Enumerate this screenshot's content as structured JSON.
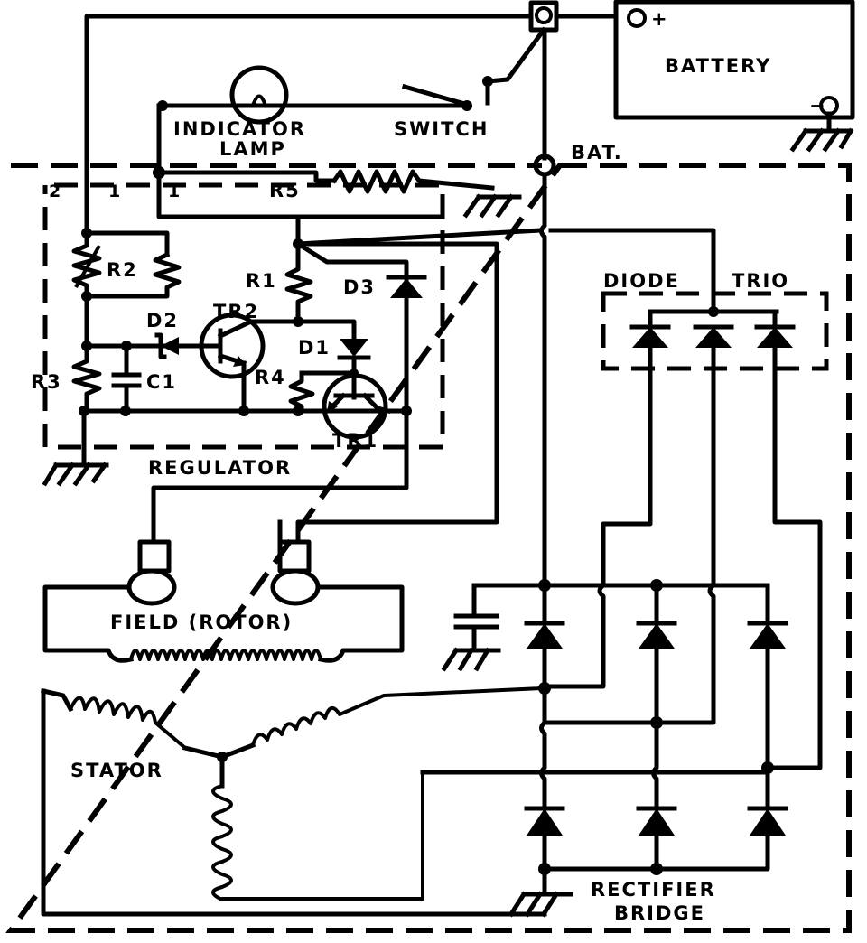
{
  "title": "Alternator charging system schematic",
  "labels": {
    "battery": "BATTERY",
    "battery_pos": "+",
    "battery_neg": "−",
    "indicator_lamp_line1": "INDICATOR",
    "indicator_lamp_line2": "LAMP",
    "switch": "SWITCH",
    "bat_terminal": "BAT.",
    "terminal_2": "2",
    "terminal_1": "1",
    "r5": "R5",
    "r2": "R2",
    "r1": "R1",
    "d3": "D3",
    "d2": "D2",
    "tr2": "TR2",
    "d1": "D1",
    "r3": "R3",
    "c1": "C1",
    "r4": "R4",
    "tr1": "TR1",
    "regulator": "REGULATOR",
    "diode_trio_1": "DIODE",
    "diode_trio_2": "TRIO",
    "field_rotor": "FIELD (ROTOR)",
    "stator": "STATOR",
    "rectifier_line1": "RECTIFIER",
    "rectifier_line2": "BRIDGE"
  },
  "components": {
    "battery": "battery",
    "indicator_lamp": "lamp",
    "ignition_switch": "switch",
    "regulator": [
      "R1",
      "R2",
      "R3",
      "R4",
      "R5",
      "D1",
      "D2",
      "D3",
      "TR1",
      "TR2",
      "C1"
    ],
    "diode_trio": 3,
    "rectifier_bridge_diodes": 6,
    "stator_windings": 3
  }
}
